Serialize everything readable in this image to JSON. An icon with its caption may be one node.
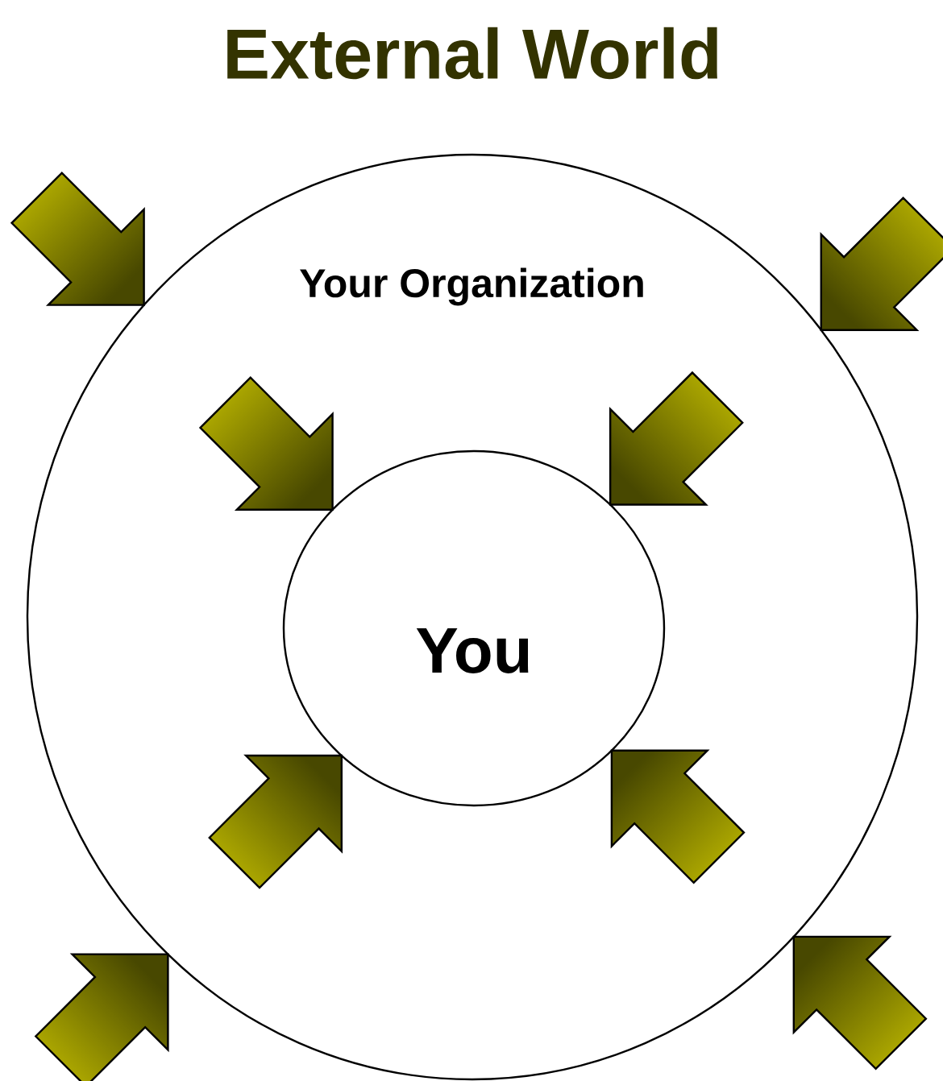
{
  "diagram": {
    "title": "External World",
    "nodes": [
      {
        "text": [
          "Your Organization"
        ]
      },
      {
        "text": [
          "You"
        ],
        "in": 0
      }
    ],
    "edges": [
      {
        "from": null,
        "to": 0,
        "arrow": "to"
      },
      {
        "from": null,
        "to": 0,
        "arrow": "to"
      },
      {
        "from": null,
        "to": 1,
        "arrow": "to"
      },
      {
        "from": null,
        "to": 1,
        "arrow": "to"
      },
      {
        "from": null,
        "to": 1,
        "arrow": "to"
      },
      {
        "from": null,
        "to": 1,
        "arrow": "to"
      },
      {
        "from": null,
        "to": 0,
        "arrow": "to"
      },
      {
        "from": null,
        "to": 0,
        "arrow": "to"
      }
    ]
  }
}
